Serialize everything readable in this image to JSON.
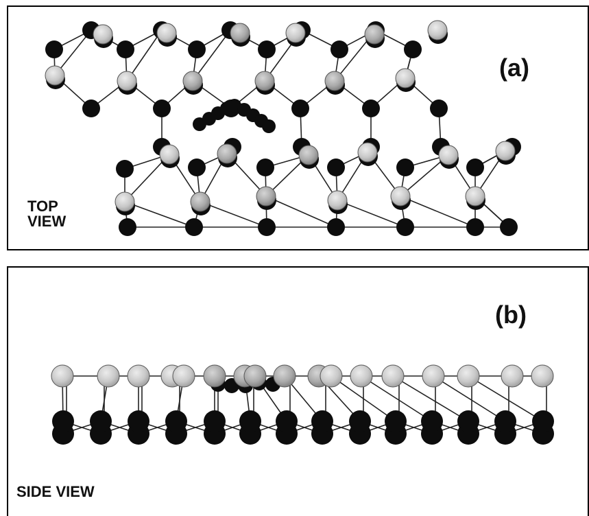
{
  "panel_a": {
    "label": "(a)",
    "view_line1": "TOP",
    "view_line2": "VIEW"
  },
  "panel_b": {
    "label": "(b)",
    "view": "SIDE VIEW"
  },
  "colors": {
    "dark_atom": "#0d0d0d",
    "light_atom": "#cfcfcf",
    "bond": "#222222",
    "frame": "#000000"
  }
}
